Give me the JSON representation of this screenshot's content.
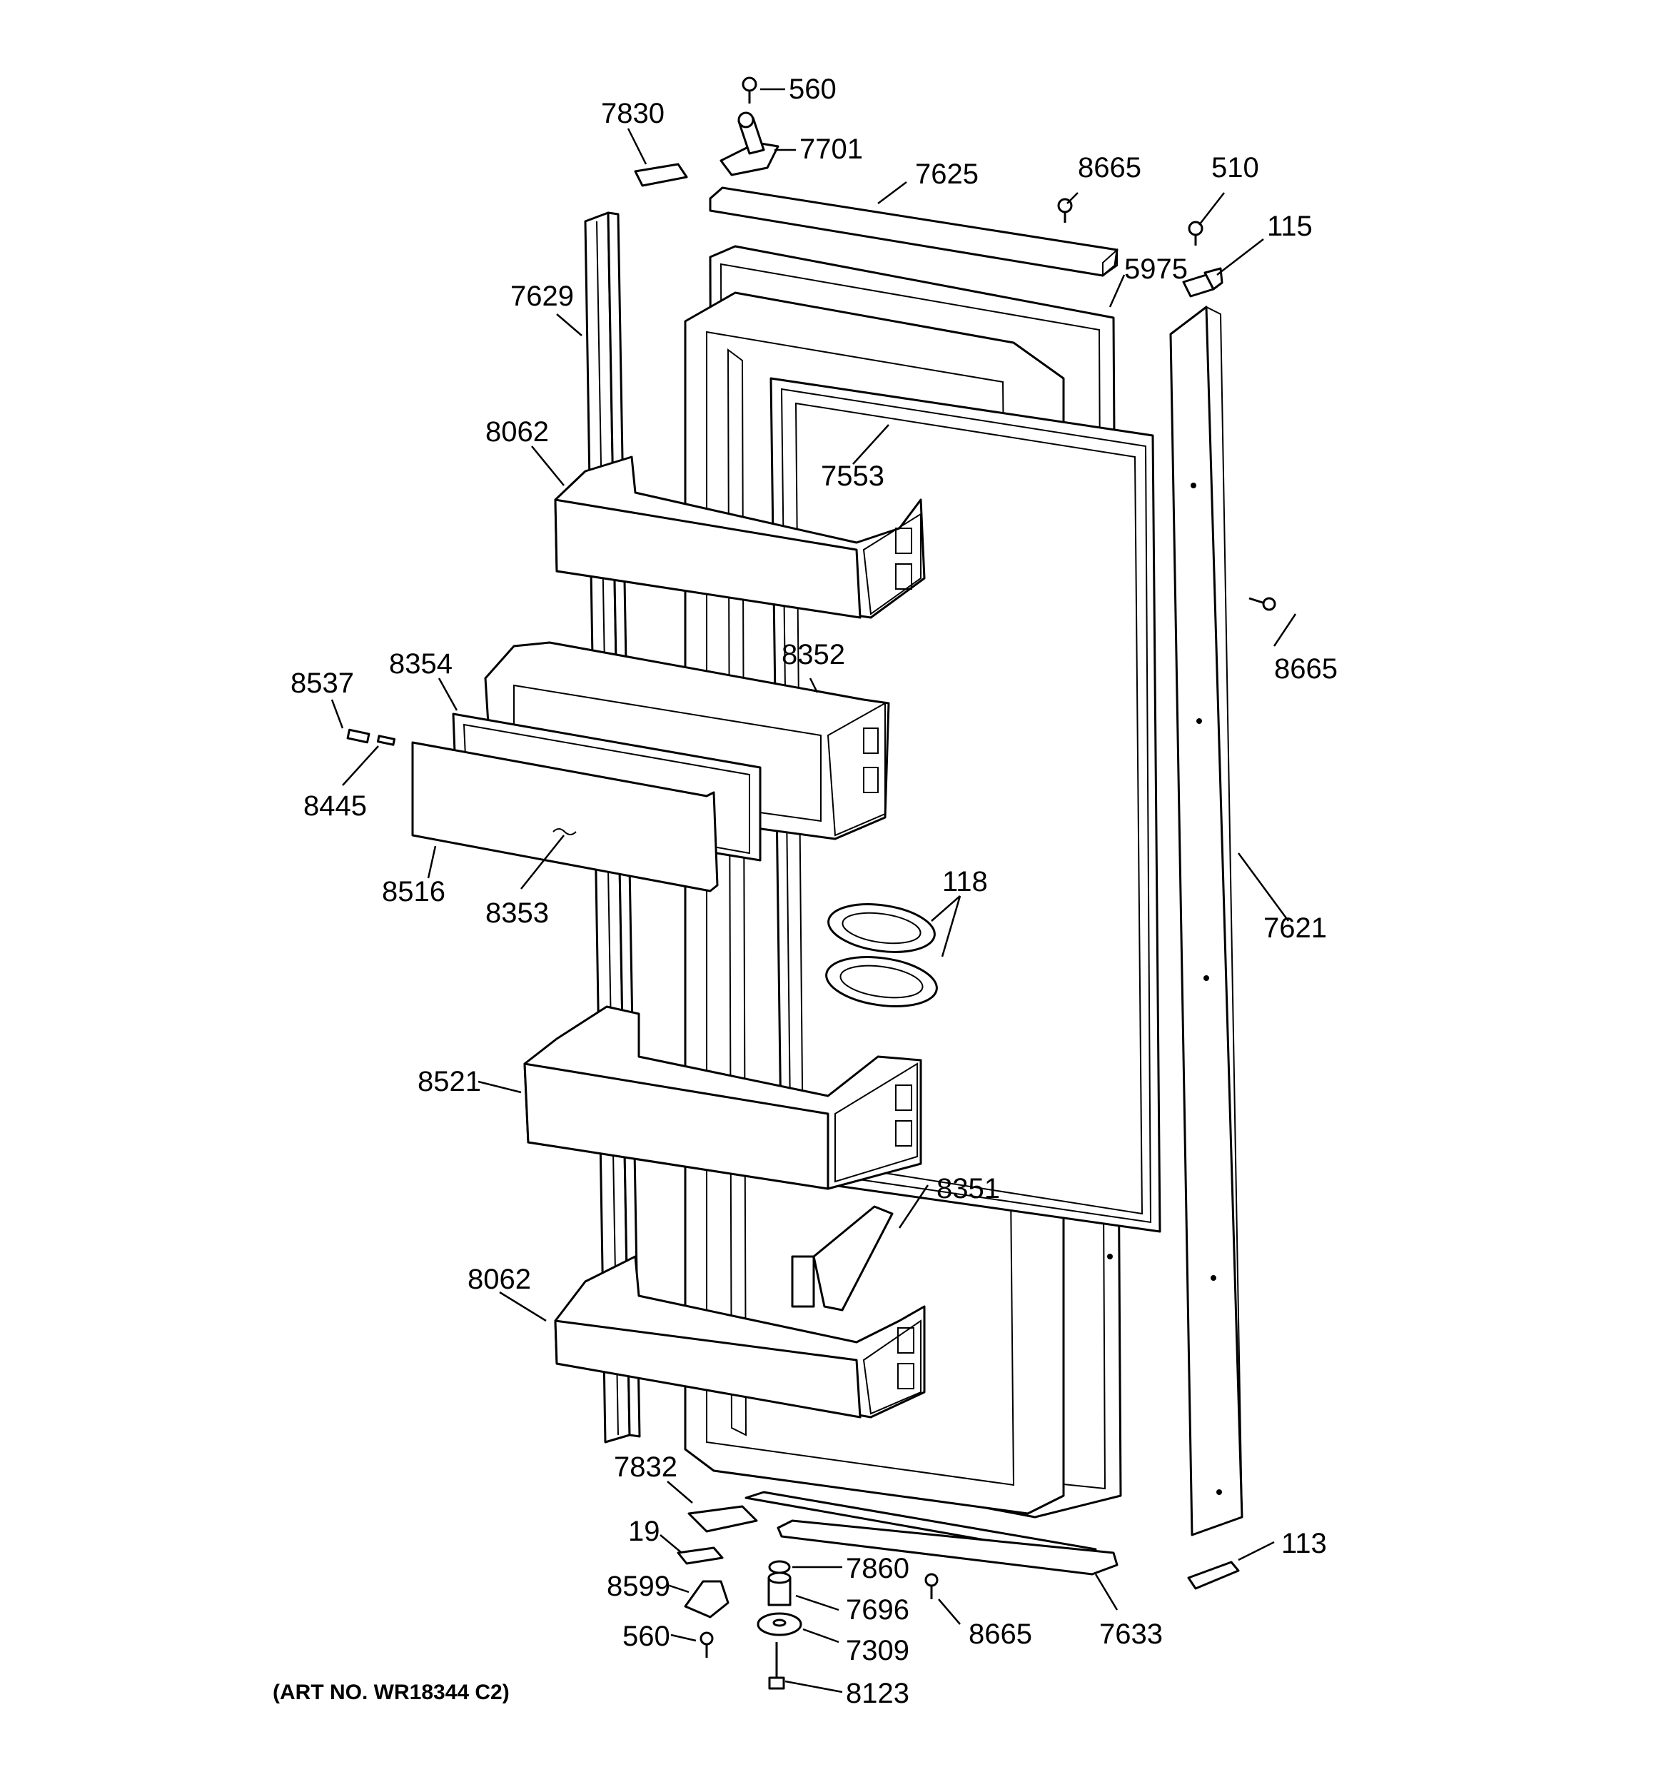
{
  "labels": {
    "l560_top": "560",
    "l7830": "7830",
    "l7701": "7701",
    "l7625": "7625",
    "l8665_top": "8665",
    "l510": "510",
    "l115": "115",
    "l5975": "5975",
    "l7629": "7629",
    "l8062_top": "8062",
    "l7553": "7553",
    "l8665_right": "8665",
    "l8537": "8537",
    "l8354": "8354",
    "l8352": "8352",
    "l8445": "8445",
    "l8516": "8516",
    "l8353": "8353",
    "l118": "118",
    "l7621": "7621",
    "l8521": "8521",
    "l8351": "8351",
    "l8062_bottom": "8062",
    "l7832": "7832",
    "l19": "19",
    "l113": "113",
    "l7860": "7860",
    "l8599": "8599",
    "l7696": "7696",
    "l8665_bottom": "8665",
    "l7633": "7633",
    "l560_bottom": "560",
    "l7309": "7309",
    "l8123": "8123"
  },
  "caption": "(ART NO. WR18344 C2)"
}
